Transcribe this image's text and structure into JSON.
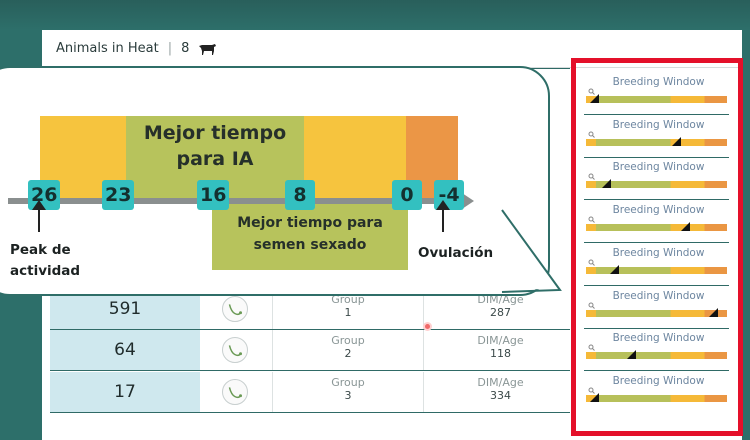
{
  "header": {
    "title": "Animals in Heat",
    "count": "8",
    "icon": "cow-icon"
  },
  "rows": [
    {
      "id": "591",
      "group_label": "Group",
      "group": "1",
      "dim_label": "DIM/Age",
      "dim": "287"
    },
    {
      "id": "64",
      "group_label": "Group",
      "group": "2",
      "dim_label": "DIM/Age",
      "dim": "118"
    },
    {
      "id": "17",
      "group_label": "Group",
      "group": "3",
      "dim_label": "DIM/Age",
      "dim": "334"
    }
  ],
  "breeding_window": {
    "title": "Breeding Window",
    "markers": [
      0.06,
      0.64,
      0.14,
      0.7,
      0.2,
      0.9,
      0.32,
      0.06
    ],
    "colors": {
      "early": "#f5b938",
      "optimal": "#b7c05a",
      "late": "#f5b938",
      "post": "#ea9643"
    }
  },
  "callout": {
    "ticks": [
      "26",
      "23",
      "16",
      "8",
      "0",
      "-4"
    ],
    "best_time_ai": "Mejor tiempo para IA",
    "best_time_sexed": "Mejor tiempo para semen sexado",
    "peak_label": "Peak de actividad",
    "ovulation_label": "Ovulación"
  },
  "colors": {
    "frame": "#2d6f6a",
    "highlight_border": "#e4102a",
    "tick_badge": "#33c0c0"
  }
}
